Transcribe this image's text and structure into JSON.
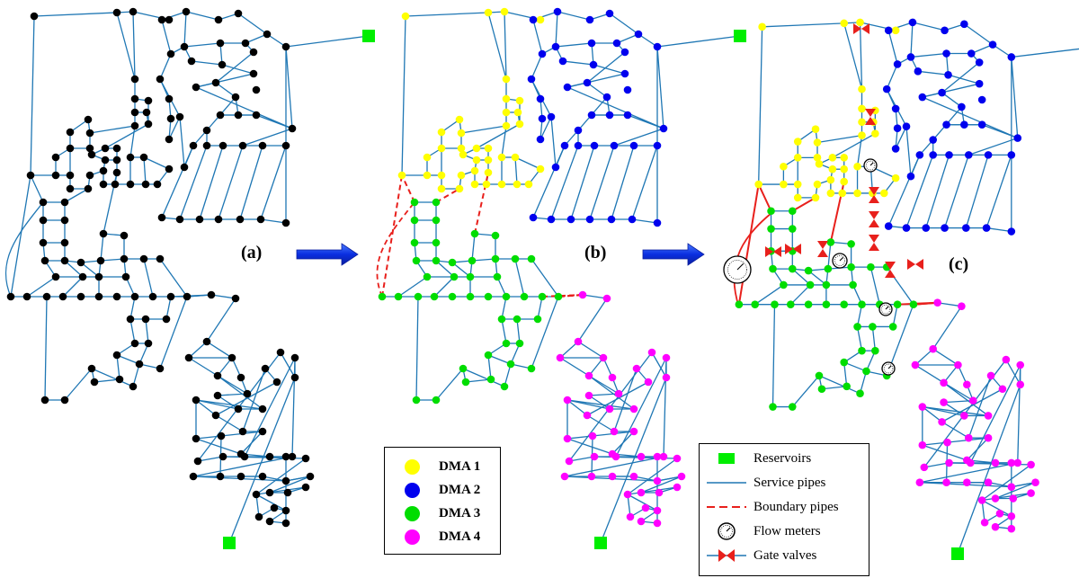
{
  "panels": [
    {
      "id": "a",
      "label": "(a)"
    },
    {
      "id": "b",
      "label": "(b)"
    },
    {
      "id": "c",
      "label": "(c)"
    }
  ],
  "dma_legend": [
    {
      "label": "DMA 1",
      "color": "#ffff00"
    },
    {
      "label": "DMA 2",
      "color": "#0000ee"
    },
    {
      "label": "DMA 3",
      "color": "#00dd00"
    },
    {
      "label": "DMA 4",
      "color": "#ff00ff"
    }
  ],
  "symbol_legend": [
    {
      "label": "Reservoirs",
      "symbol": "reservoir-square"
    },
    {
      "label": "Service pipes",
      "symbol": "solid-blue-line"
    },
    {
      "label": "Boundary pipes",
      "symbol": "dashed-red-line"
    },
    {
      "label": "Flow meters",
      "symbol": "flow-meter-icon"
    },
    {
      "label": "Gate valves",
      "symbol": "gate-valve-icon"
    }
  ],
  "colors": {
    "service_pipe": "#1f77b4",
    "boundary_pipe": "#e8201c",
    "node_plain": "#000000",
    "reservoir": "#00ee00",
    "arrow": "#1030e0",
    "valve": "#e8201c"
  }
}
